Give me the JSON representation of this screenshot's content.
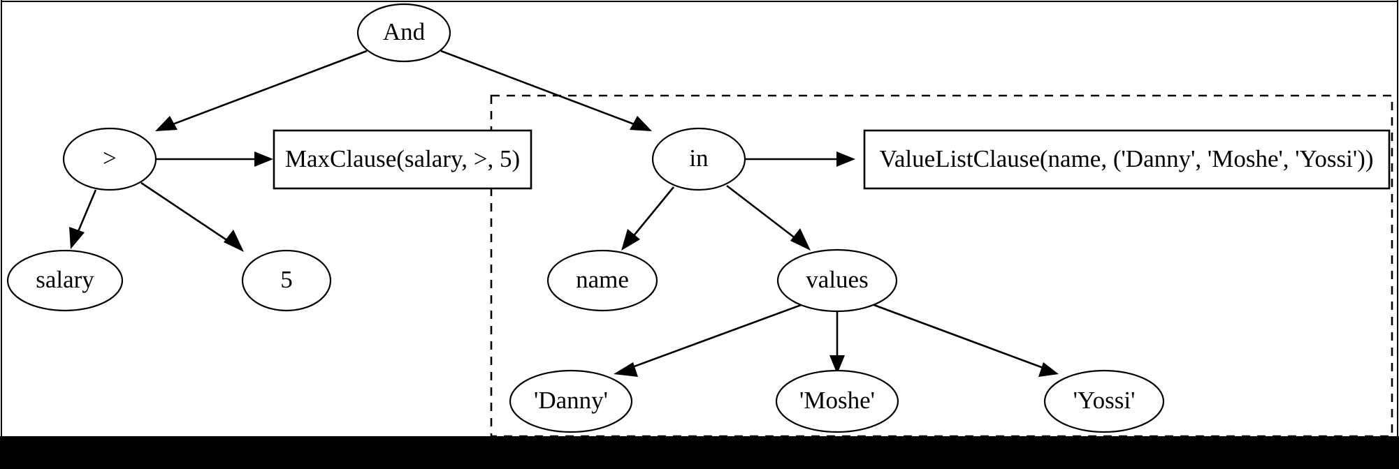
{
  "diagram": {
    "title": "Query AST with clause annotations",
    "background_color": "#ffffff",
    "stroke_color": "#000000",
    "bottom_bar_color": "#000000",
    "nodes": {
      "and": "And",
      "gt": ">",
      "salary": "salary",
      "five": "5",
      "in": "in",
      "name": "name",
      "values": "values",
      "danny": "'Danny'",
      "moshe": "'Moshe'",
      "yossi": "'Yossi'"
    },
    "boxes": {
      "max_clause": "MaxClause(salary, >, 5)",
      "value_list_clause": "ValueListClause(name, ('Danny', 'Moshe', 'Yossi'))"
    },
    "group": {
      "label": "dashed-selection-region"
    }
  }
}
